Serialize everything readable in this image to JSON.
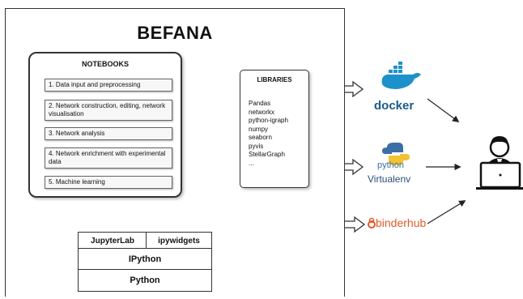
{
  "title": "BEFANA",
  "notebooks": {
    "title": "NOTEBOOKS",
    "items": [
      "1. Data input and preprocessing",
      "2. Network construction, editing, network visualisation",
      "3. Network analysis",
      "4. Network enrichment with experimental data",
      "5. Machine learning"
    ]
  },
  "libraries": {
    "title": "LIBRARIES",
    "items": [
      "Pandas",
      "networkx",
      "python-igraph",
      "numpy",
      "seaborn",
      "pyvis",
      "StellarGraph",
      "..."
    ]
  },
  "stack": {
    "jupyterlab": "JupyterLab",
    "ipywidgets": "ipywidgets",
    "ipython": "IPython",
    "python": "Python"
  },
  "services": {
    "docker": "docker",
    "python_logo": "python",
    "virtualenv": "Virtualenv",
    "binderhub": "binderhub"
  },
  "colors": {
    "docker": "#1d91c9",
    "python_blue": "#3a6fa6",
    "python_yellow": "#f3c233",
    "binder": "#e05a2a"
  }
}
